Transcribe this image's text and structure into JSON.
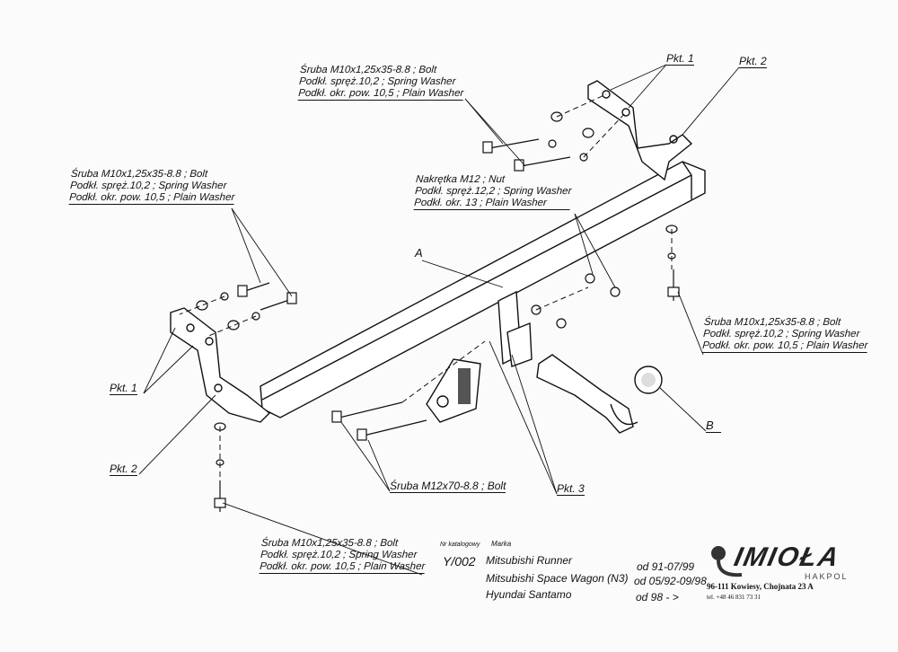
{
  "labels": {
    "top_bolt": [
      "Śruba M10x1,25x35-8.8 ;  Bolt",
      "Podkł. spręż.10,2 ; Spring Washer",
      "Podkł. okr. pow. 10,5 ; Plain Washer"
    ],
    "left_bolt": [
      "Śruba M10x1,25x35-8.8 ;  Bolt",
      "Podkł. spręż.10,2 ; Spring Washer",
      "Podkł. okr. pow. 10,5 ; Plain Washer"
    ],
    "nut": [
      "Nakrętka  M12 ; Nut",
      "Podkł. spręż.12,2 ; Spring Washer",
      "Podkł. okr. 13 ; Plain Washer"
    ],
    "right_bolt": [
      "Śruba M10x1,25x35-8.8 ;  Bolt",
      "Podkł. spręż.10,2 ; Spring Washer",
      "Podkł. okr. pow. 10,5 ; Plain Washer"
    ],
    "bottom_bolt": [
      "Śruba M10x1,25x35-8.8 ;  Bolt",
      "Podkł. spręż.10,2 ; Spring Washer",
      "Podkł. okr. pow. 10,5 ; Plain Washer"
    ],
    "m12_bolt": "Śruba M12x70-8.8 ;  Bolt",
    "pkt1_top": "Pkt. 1",
    "pkt2_top": "Pkt. 2",
    "pkt1_left": "Pkt. 1",
    "pkt2_left": "Pkt. 2",
    "pkt3": "Pkt. 3",
    "part_a": "A",
    "part_b": "B"
  },
  "table": {
    "hdr_catalog": "Nr katalogowy",
    "hdr_make": "Marka",
    "catalog_no": "Y/002",
    "rows": [
      {
        "make": "Mitsubishi Runner",
        "years": "od 91-07/99"
      },
      {
        "make": "Mitsubishi Space Wagon (N3)",
        "years": "od 05/92-09/98"
      },
      {
        "make": "Hyundai Santamo",
        "years": "od 98 - >"
      }
    ]
  },
  "company": {
    "logo": "IMIOŁA",
    "sub": "HAKPOL",
    "address": "96-111 Kowiesy, Chojnata 23 A",
    "tel": "tel. +48 46 831 73 31"
  }
}
